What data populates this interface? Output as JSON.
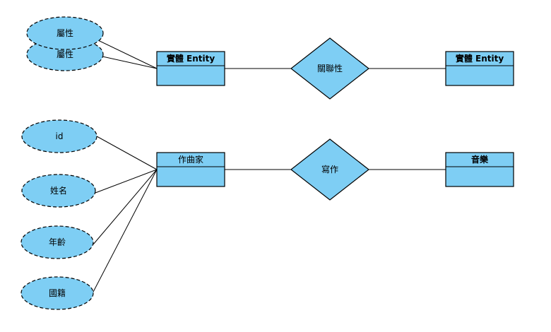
{
  "colors": {
    "shape_fill": "#7ecef4",
    "stroke": "#000000",
    "background": "#ffffff"
  },
  "diagram_1": {
    "attribute_back": "屬性",
    "attribute_front": "屬性",
    "entity_left": "實體 Entity",
    "relationship": "關聯性",
    "entity_right": "實體 Entity"
  },
  "diagram_2": {
    "attributes": [
      "id",
      "姓名",
      "年齡",
      "國籍"
    ],
    "entity_left": "作曲家",
    "relationship": "寫作",
    "entity_right": "音樂"
  }
}
